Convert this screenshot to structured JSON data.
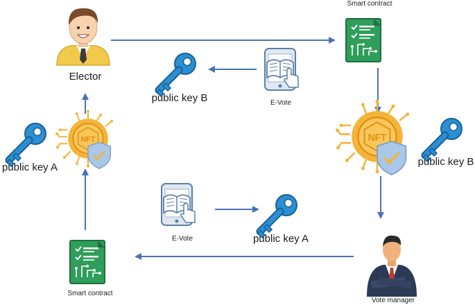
{
  "labels": {
    "elector": "Elector",
    "smart_contract_top": "Smart contract",
    "smart_contract_bottom": "Smart contract",
    "public_key_b_top": "public key B",
    "public_key_b_right": "public key B",
    "public_key_a_left": "public key A",
    "public_key_a_center": "public key A",
    "evote_top": "E-Vote",
    "evote_bottom": "E-Vote",
    "vote_manager": "Vote manager",
    "nft_top": "NFT",
    "nft_right": "NFT"
  },
  "colors": {
    "arrow": "#4a72b8",
    "key": "#2b8fd0",
    "key_dark": "#17609a",
    "contract_green": "#2e9e5a",
    "contract_dark": "#1f6e3f",
    "nft_gold": "#f4b43a",
    "nft_dark": "#e08e14",
    "shield": "#a9c7e8",
    "phone": "#dfe8f2",
    "book": "#5a7fa8",
    "elector_jacket": "#f2c94c",
    "elector_hair": "#7a4a2a",
    "manager_suit": "#2c3a55",
    "tie_red": "#c0392b"
  },
  "icons": [
    "person-elector-icon",
    "smart-contract-icon",
    "key-icon",
    "nft-shield-icon",
    "evote-phone-icon",
    "person-manager-icon"
  ]
}
